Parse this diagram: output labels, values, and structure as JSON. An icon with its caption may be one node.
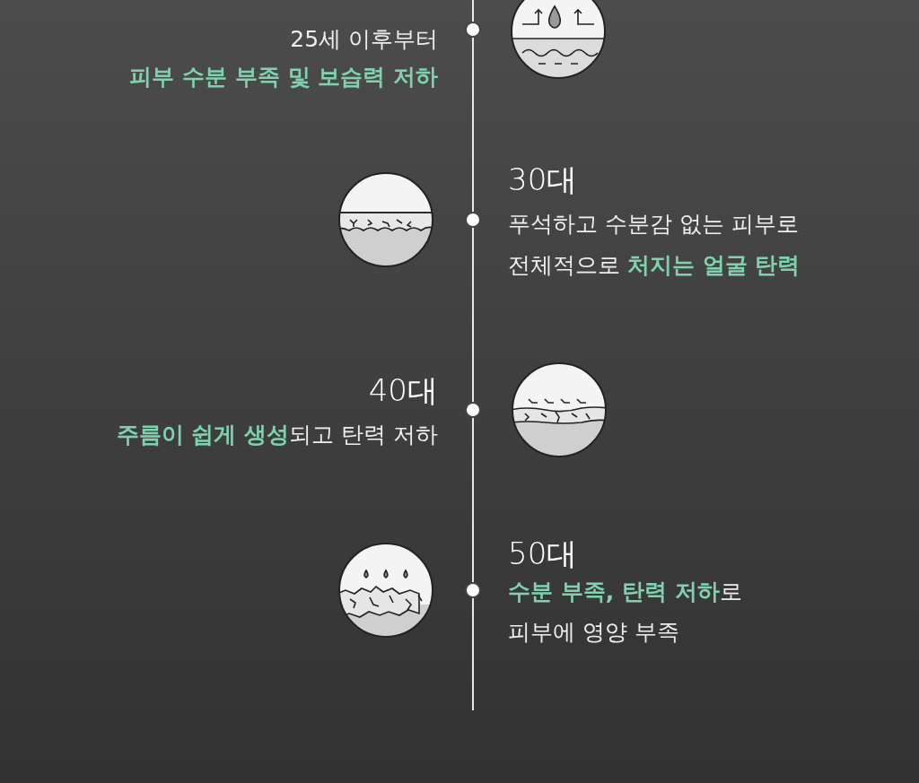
{
  "diagram": {
    "labels": [
      "25세 이후부터",
      "피부 수분 부족 및 보습력 저하",
      "30대",
      "푸석하고 수분감 없는 피부로",
      "전체적으로 **처지는 얼굴 탄력**",
      "40대",
      "**주름이 쉽게 생성**되고 탄력 저하",
      "50대",
      "**수분 부족, 탄력 저하**로",
      "피부에 영양 부족"
    ]
  }
}
